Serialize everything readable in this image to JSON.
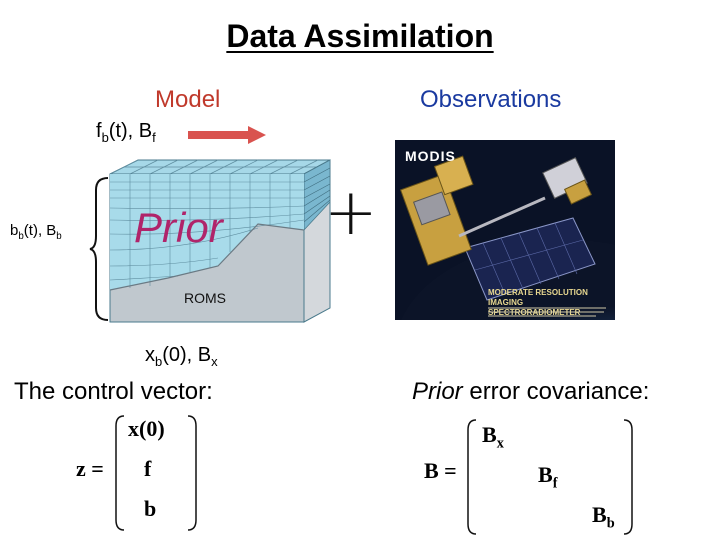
{
  "title": "Data Assimilation",
  "model_label": "Model",
  "observations_label": "Observations",
  "fb_text": {
    "main": "f",
    "sub": "b",
    "rest": "(t), B",
    "sub2": "f"
  },
  "bb_text": {
    "main": "b",
    "sub": "b",
    "rest": "(t), B",
    "sub2": "b"
  },
  "xb_text": {
    "main": "x",
    "sub": "b",
    "rest": "(0), B",
    "sub2": "x"
  },
  "prior_word": "Prior",
  "roms_label": "ROMS",
  "plus_sign": "+",
  "modis_title": "MODIS",
  "modis_subtitle": "MODERATE RESOLUTION IMAGING SPECTRORADIOMETER",
  "control_vector_label": "The control vector:",
  "prior_error_label": {
    "italic": "Prior",
    "rest": " error covariance:"
  },
  "z_vector": {
    "lhs": "z =",
    "entries": [
      "x(0)",
      "f",
      "b"
    ]
  },
  "b_matrix": {
    "lhs": "B =",
    "entries": [
      {
        "main": "B",
        "sub": "x"
      },
      {
        "main": "B",
        "sub": "f"
      },
      {
        "main": "B",
        "sub": "b"
      }
    ]
  },
  "colors": {
    "model": "#c0392b",
    "observations": "#1a3aa0",
    "arrow": "#d9534f",
    "prior": "#b0246a",
    "cube_front": "#b8c4cc",
    "cube_top": "#a6d8e8",
    "cube_side": "#7ab7cf"
  }
}
